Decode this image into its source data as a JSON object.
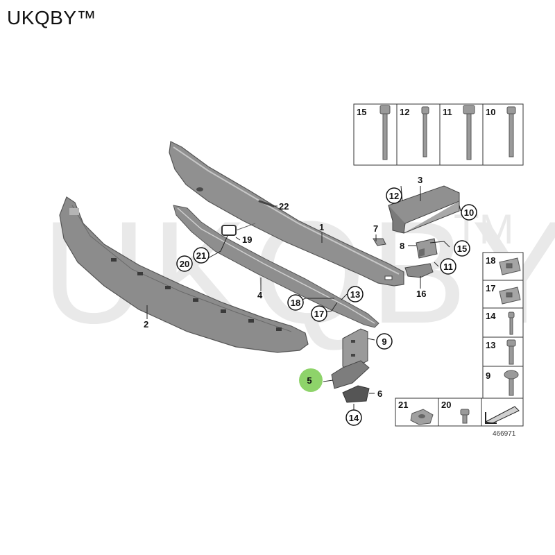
{
  "brand": "UKQBY™",
  "watermark": {
    "text": "UKQBY",
    "tm": "TM"
  },
  "diagram_number": "466971",
  "part_labels": {
    "p1": "1",
    "p2": "2",
    "p3": "3",
    "p4": "4",
    "p5": "5",
    "p6": "6",
    "p7": "7",
    "p8": "8",
    "p9": "9",
    "p10": "10",
    "p11": "11",
    "p12": "12",
    "p13": "13",
    "p14": "14",
    "p15": "15",
    "p16": "16",
    "p17": "17",
    "p18": "18",
    "p19": "19",
    "p20": "20",
    "p21": "21",
    "p22": "22"
  },
  "bolt_table": [
    "15",
    "12",
    "11",
    "10"
  ],
  "side_table": [
    "18",
    "17",
    "14",
    "13",
    "9"
  ],
  "bottom_table": [
    "21",
    "20"
  ],
  "colors": {
    "highlight": "#8ed36a",
    "part_fill": "#8f8f8f",
    "part_dark": "#5e5e5e",
    "line": "#222222"
  }
}
